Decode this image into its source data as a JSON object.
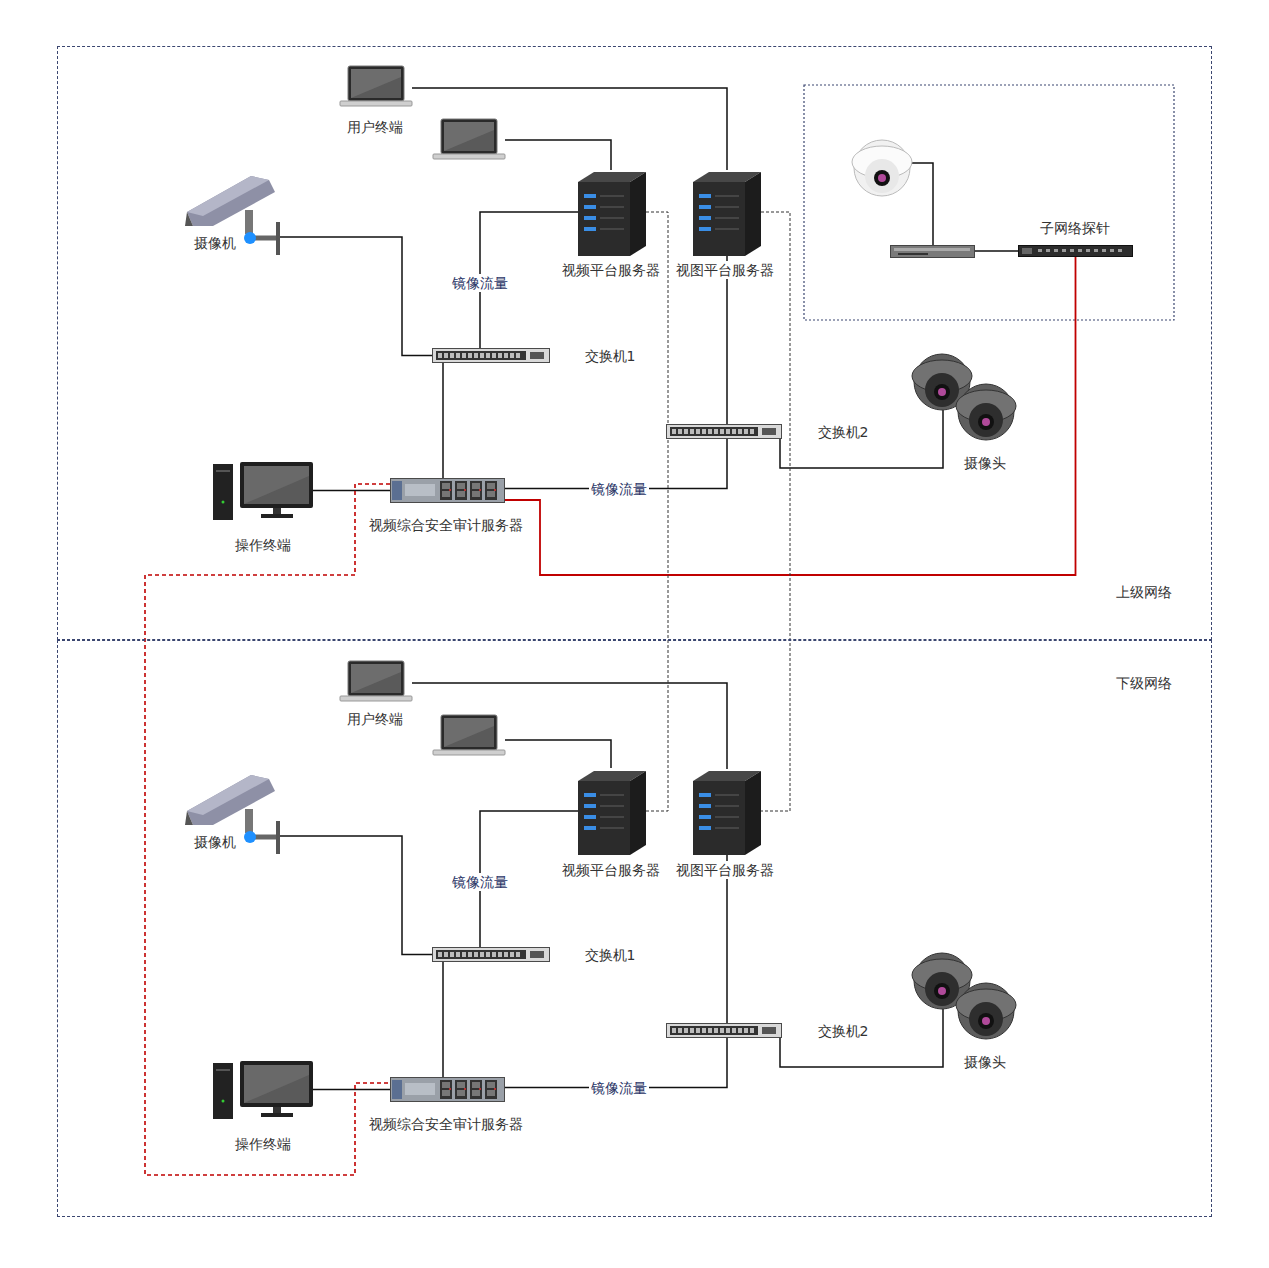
{
  "diagram": {
    "nodes": [
      {
        "text": [
          "上级网络"
        ]
      },
      {
        "text": [
          "下级网络"
        ]
      },
      {
        "text": [
          "用户终端"
        ],
        "in": 0
      },
      {
        "text": [
          "视频平台服务器"
        ],
        "in": 0
      },
      {
        "text": [
          "视图平台服务器"
        ],
        "in": 0
      },
      {
        "text": [
          "摄像机"
        ],
        "in": 0
      },
      {
        "text": [
          "交换机1"
        ],
        "in": 0
      },
      {
        "text": [
          "交换机2"
        ],
        "in": 0
      },
      {
        "text": [
          "摄像头"
        ],
        "in": 0
      },
      {
        "text": [
          "视频综合安全审计服务器"
        ],
        "in": 0
      },
      {
        "text": [
          "操作终端"
        ],
        "in": 0
      },
      {
        "text": [
          "子网络探针"
        ],
        "in": 0
      },
      {
        "text": [
          "用户终端"
        ],
        "in": 1
      },
      {
        "text": [
          "视频平台服务器"
        ],
        "in": 1
      },
      {
        "text": [
          "视图平台服务器"
        ],
        "in": 1
      },
      {
        "text": [
          "摄像机"
        ],
        "in": 1
      },
      {
        "text": [
          "交换机1"
        ],
        "in": 1
      },
      {
        "text": [
          "交换机2"
        ],
        "in": 1
      },
      {
        "text": [
          "摄像头"
        ],
        "in": 1
      },
      {
        "text": [
          "视频综合安全审计服务器"
        ],
        "in": 1
      },
      {
        "text": [
          "操作终端"
        ],
        "in": 1
      }
    ],
    "edges": [
      {
        "from": 2,
        "to": 4,
        "arrow": "none"
      },
      {
        "from": 3,
        "to": 6,
        "label": "镜像流量",
        "arrow": "none"
      },
      {
        "from": 5,
        "to": 6,
        "arrow": "none"
      },
      {
        "from": 6,
        "to": 9,
        "arrow": "none"
      },
      {
        "from": 4,
        "to": 7,
        "arrow": "none"
      },
      {
        "from": 7,
        "to": 9,
        "label": "镜像流量",
        "arrow": "none"
      },
      {
        "from": 7,
        "to": 8,
        "arrow": "none"
      },
      {
        "from": 10,
        "to": 9,
        "arrow": "none"
      },
      {
        "from": 9,
        "to": 11,
        "arrow": "none"
      },
      {
        "from": 12,
        "to": 14,
        "arrow": "none"
      },
      {
        "from": 13,
        "to": 16,
        "label": "镜像流量",
        "arrow": "none"
      },
      {
        "from": 15,
        "to": 16,
        "arrow": "none"
      },
      {
        "from": 16,
        "to": 19,
        "arrow": "none"
      },
      {
        "from": 14,
        "to": 17,
        "arrow": "none"
      },
      {
        "from": 17,
        "to": 19,
        "label": "镜像流量",
        "arrow": "none"
      },
      {
        "from": 17,
        "to": 18,
        "arrow": "none"
      },
      {
        "from": 20,
        "to": 19,
        "arrow": "none"
      },
      {
        "from": 9,
        "to": 19,
        "arrow": "none"
      },
      {
        "from": 3,
        "to": 13,
        "arrow": "none"
      },
      {
        "from": 4,
        "to": 14,
        "arrow": "none"
      }
    ]
  }
}
